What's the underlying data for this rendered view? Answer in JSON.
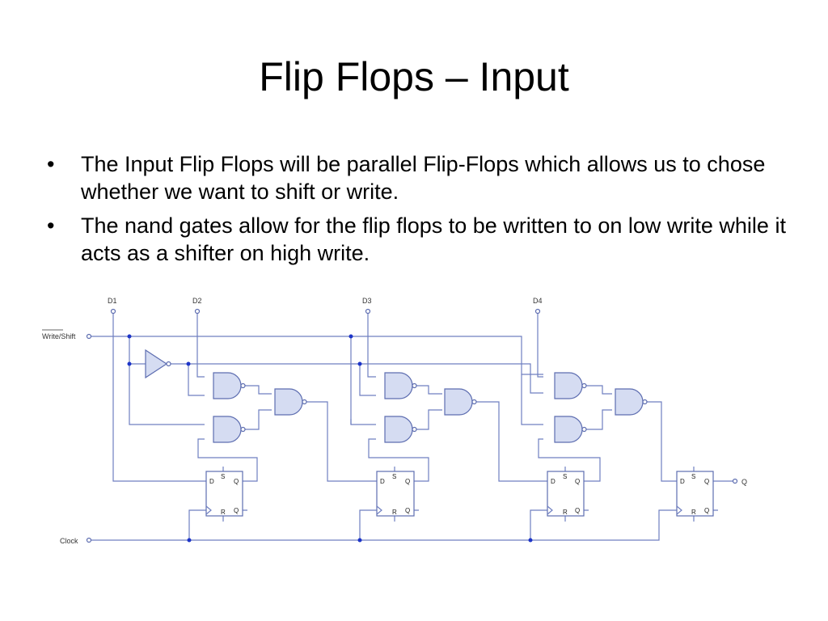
{
  "slide": {
    "title": "Flip Flops – Input",
    "bullets": [
      "The Input Flip Flops will be parallel Flip-Flops which allows us to chose whether we want to shift or write.",
      "The nand gates allow for the flip flops to be written to on low write while it acts as a shifter on high write."
    ],
    "bullet_symbol": "•"
  },
  "schematic": {
    "inputs": [
      "D1",
      "D2",
      "D3",
      "D4"
    ],
    "write_shift_label": "Write/Shift",
    "clock_label": "Clock",
    "output_label": "Q",
    "flipflop_pins": {
      "d": "D",
      "s": "S",
      "q": "Q",
      "r": "R",
      "qbar": "Q"
    },
    "colors": {
      "wire": "#6f7fc0",
      "gate_fill": "#d5dcf2",
      "junction": "#1d35c8"
    }
  }
}
